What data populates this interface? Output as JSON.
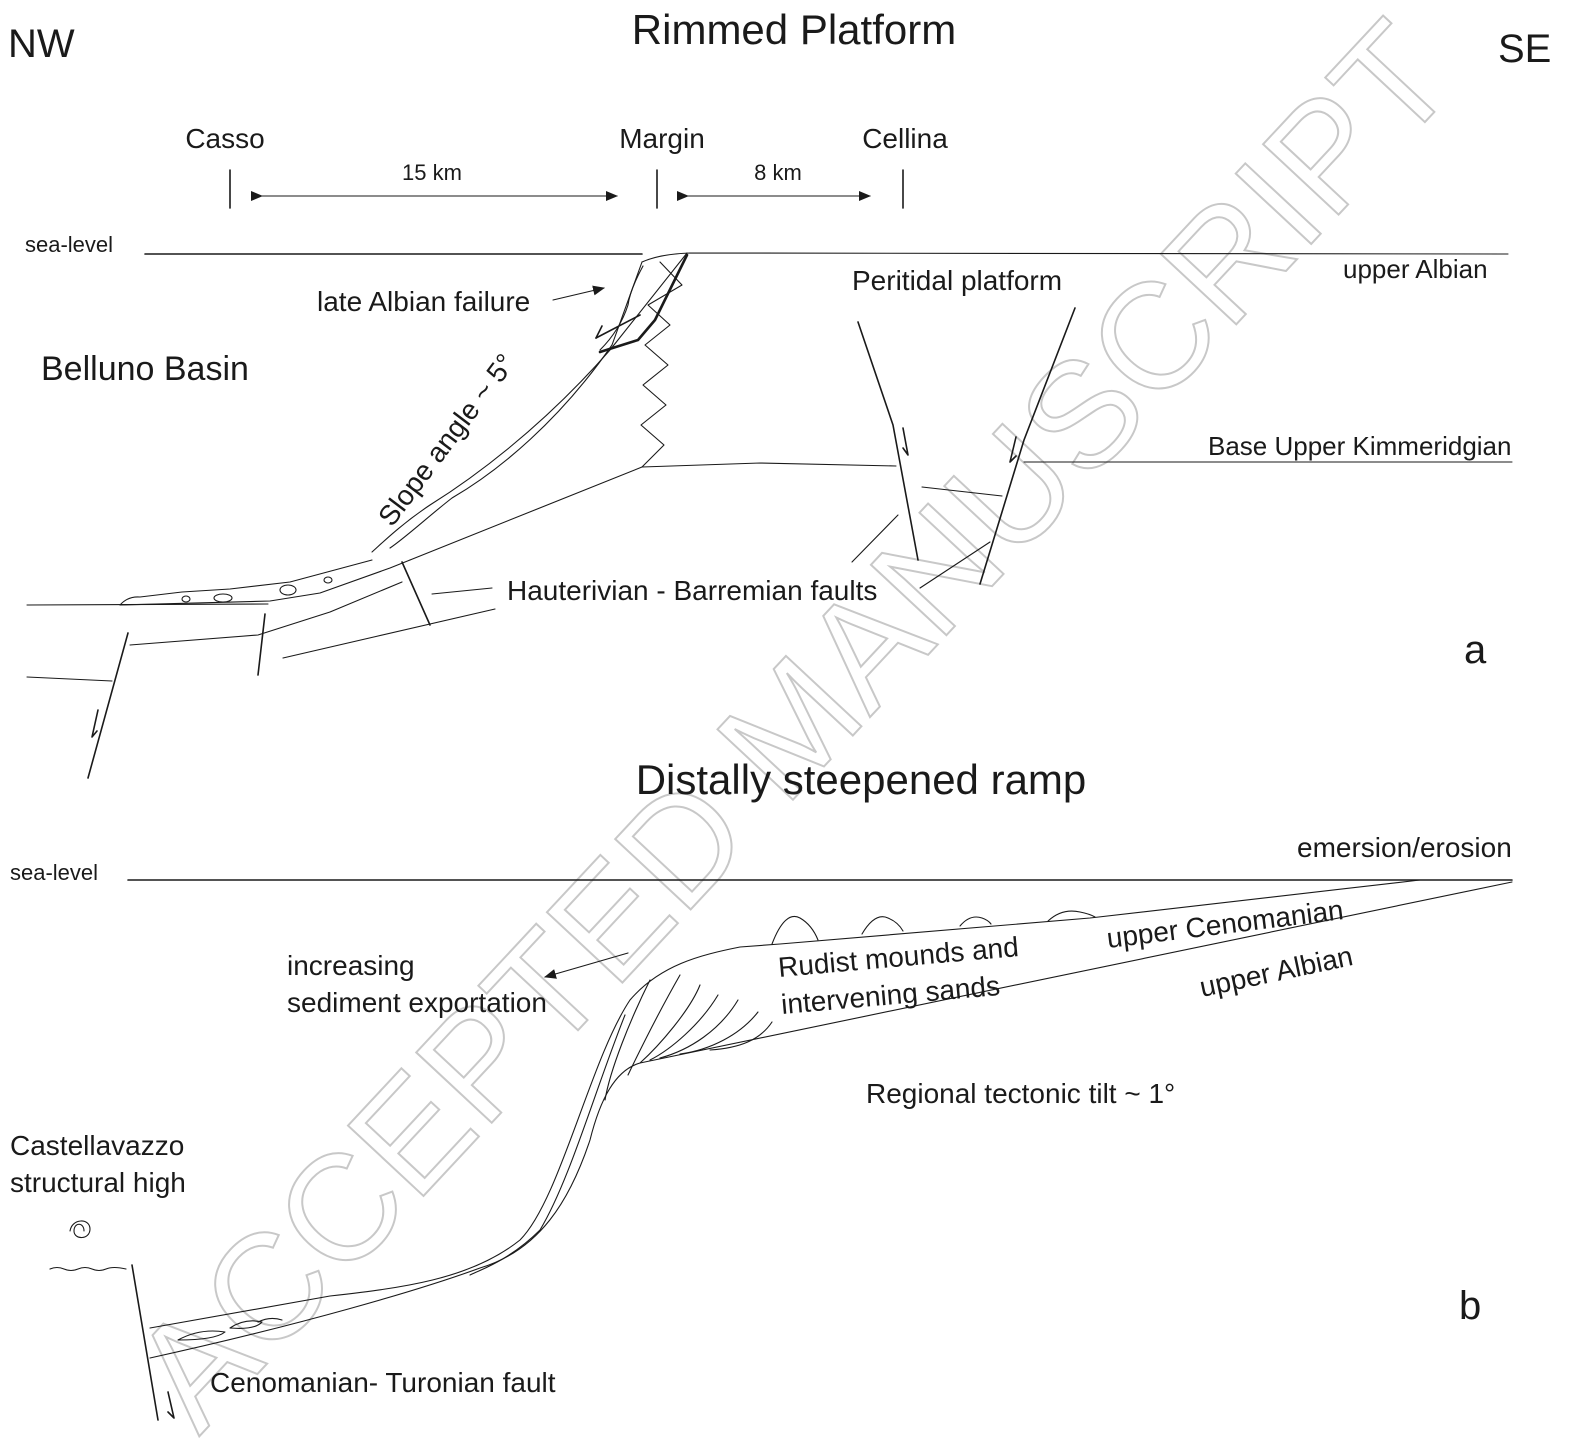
{
  "orientation": {
    "left": "NW",
    "right": "SE"
  },
  "panel_a": {
    "title": "Rimmed Platform",
    "letter": "a",
    "localities": {
      "casso": "Casso",
      "margin": "Margin",
      "cellina": "Cellina"
    },
    "distances": {
      "casso_margin": "15 km",
      "margin_cellina": "8 km"
    },
    "sea_level": "sea-level",
    "labels": {
      "upper_albian": "upper Albian",
      "late_albian_failure": "late Albian failure",
      "peritidal_platform": "Peritidal platform",
      "belluno_basin": "Belluno Basin",
      "slope_angle": "Slope angle ~ 5°",
      "base_upper_kimmeridgian": "Base Upper Kimmeridgian",
      "hauterivian_barremian_faults": "Hauterivian - Barremian faults"
    }
  },
  "panel_b": {
    "title": "Distally steepened ramp",
    "letter": "b",
    "sea_level": "sea-level",
    "labels": {
      "emersion_erosion": "emersion/erosion",
      "upper_cenomanian": "upper Cenomanian",
      "upper_albian": "upper Albian",
      "increasing_line1": "increasing",
      "increasing_line2": "sediment exportation",
      "rudist_line1": "Rudist mounds and",
      "rudist_line2": "intervening sands",
      "regional_tilt": "Regional tectonic tilt ~ 1°",
      "castellavazzo_line1": "Castellavazzo",
      "castellavazzo_line2": "structural high",
      "fault": "Cenomanian- Turonian fault"
    }
  },
  "watermark": "ACCEPTED MANUSCRIPT"
}
